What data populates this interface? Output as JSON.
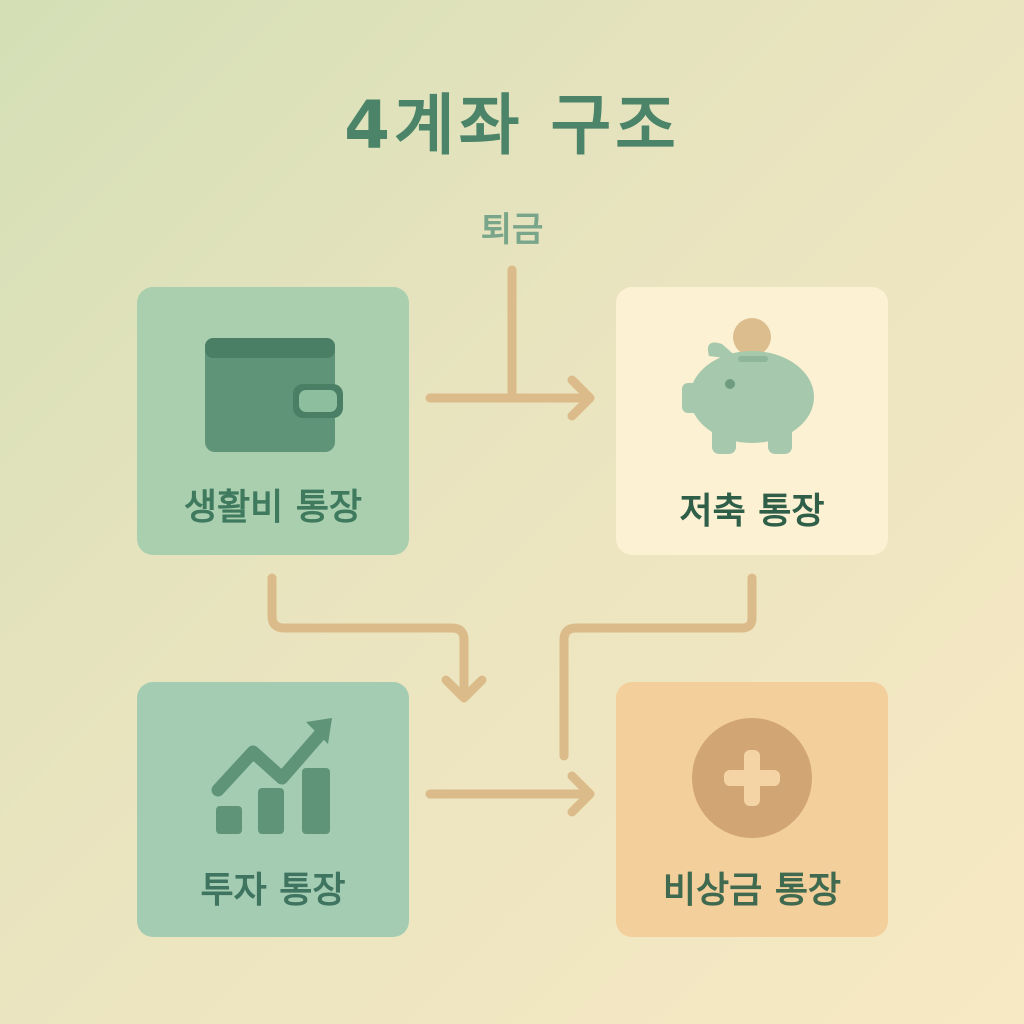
{
  "title": "4계좌 구조",
  "flow_label": "퇴금",
  "accounts": {
    "living": {
      "label": "생활비 통장",
      "icon": "wallet-icon",
      "color": "#a9cfae"
    },
    "savings": {
      "label": "저축 통장",
      "icon": "piggy-bank-icon",
      "color": "#fcf1d2"
    },
    "investment": {
      "label": "투자 통장",
      "icon": "growth-chart-icon",
      "color": "#a4ccb2"
    },
    "emergency": {
      "label": "비상금 통장",
      "icon": "plus-circle-icon",
      "color": "#f3cf9c"
    }
  },
  "colors": {
    "title": "#4b8468",
    "arrow": "#dcbb8a"
  }
}
